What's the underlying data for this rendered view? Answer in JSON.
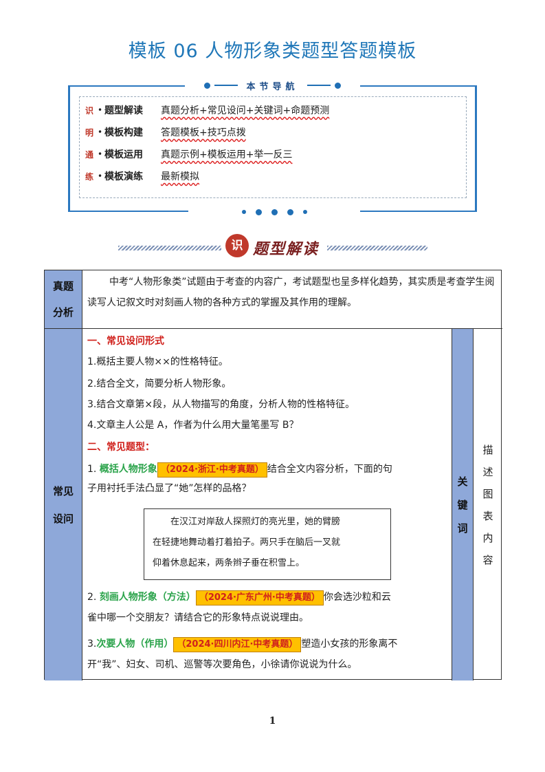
{
  "title": "模板 06  人物形象类题型答题模板",
  "nav": {
    "heading": "本节导航",
    "items": [
      {
        "side": "识",
        "label": "题型解读",
        "desc": "真题分析+常见设问+关键词+命题预测"
      },
      {
        "side": "明",
        "label": "模板构建",
        "desc": "答题模板+技巧点拨"
      },
      {
        "side": "通",
        "label": "模板运用",
        "desc": "真题示例+模板运用+举一反三"
      },
      {
        "side": "练",
        "label": "模板演练",
        "desc": "最新模拟"
      }
    ]
  },
  "banner": {
    "badge": "识",
    "text": "题型解读"
  },
  "table": {
    "row1": {
      "label": [
        "真题",
        "分析"
      ],
      "text": "中考“人物形象类”试题由于考查的内容广，考试题型也呈多样化趋势，其实质是考查学生阅读写人记叙文时对刻画人物的各种方式的掌握及其作用的理解。"
    },
    "row2": {
      "label": [
        "常见",
        "设问"
      ],
      "section1": "一、常见设问形式",
      "q1": "1.概括主要人物××的性格特征。",
      "q2": "2.结合全文，简要分析人物形象。",
      "q3": "3.结合文章第×段，从人物描写的角度，分析人物的性格特征。",
      "q4": "4.文章主人公是 A，作者为什么用大量笔墨写 B？",
      "section2": "二、常见题型：",
      "t1": {
        "num": "1. ",
        "name": "概括人物形象",
        "tag": "（2024·浙江·中考真题）",
        "text1": "结合全文内容分析，下面的句",
        "text2": "子用衬托手法凸显了“她”怎样的品格？"
      },
      "quote": [
        "在汉江对岸敌人探照灯的亮光里，她的臂膀",
        "在轻捷地舞动着打着拍子。两只手在脑后一叉就",
        "仰着休息起来，两条辫子垂在积雪上。"
      ],
      "t2": {
        "num": "2. ",
        "name": "刻画人物形象（方法）",
        "tag": "（2024·广东广州·中考真题）",
        "text1": "你会选沙粒和云",
        "text2": "雀中哪一个交朋友？请结合它的形象特点说说理由。"
      },
      "t3": {
        "num": "3.",
        "name": "次要人物（作用）",
        "tag": "（2024·四川内江·中考真题）",
        "text1": "塑造小女孩的形象离不",
        "text2": "开“我”、妇女、司机、巡警等次要角色，小徐请你说说为什么。"
      },
      "keyword_label": [
        "关",
        "键",
        "词"
      ],
      "keyword_value": [
        "描",
        "述",
        "图",
        "表",
        "内",
        "容"
      ]
    }
  },
  "page_number": "1"
}
